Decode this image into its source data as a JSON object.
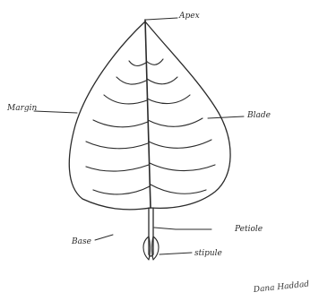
{
  "labels": {
    "apex": "Apex",
    "margin": "Margin",
    "blade": "Blade",
    "base": "Base",
    "petiole": "Petiole",
    "stipule": "stipule"
  },
  "signature": "Dana Haddad"
}
